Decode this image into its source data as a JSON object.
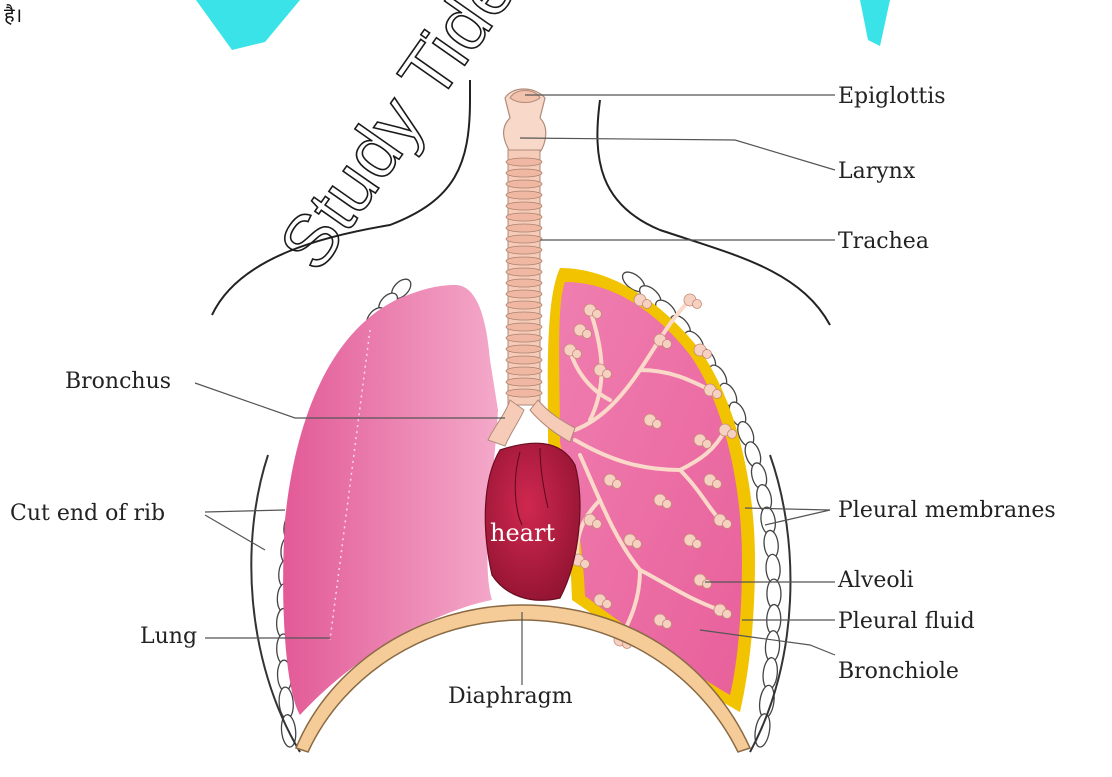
{
  "top_fragment": "है।",
  "watermark": "Study Tide",
  "labels": {
    "epiglottis": "Epiglottis",
    "larynx": "Larynx",
    "trachea": "Trachea",
    "bronchus": "Bronchus",
    "cut_end_of_rib": "Cut end of rib",
    "lung": "Lung",
    "heart": "heart",
    "diaphragm": "Diaphragm",
    "pleural_membranes": "Pleural membranes",
    "alveoli": "Alveoli",
    "pleural_fluid": "Pleural fluid",
    "bronchiole": "Bronchiole"
  },
  "colors": {
    "lung_pink": "#e75a98",
    "lung_light": "#f3a3c6",
    "heart_red": "#b3173b",
    "pleura_yellow": "#f2c300",
    "diaphragm_tan": "#f5cc98",
    "airway_peach": "#f6cbb8",
    "watermark_cyan": "#23e0e6"
  }
}
